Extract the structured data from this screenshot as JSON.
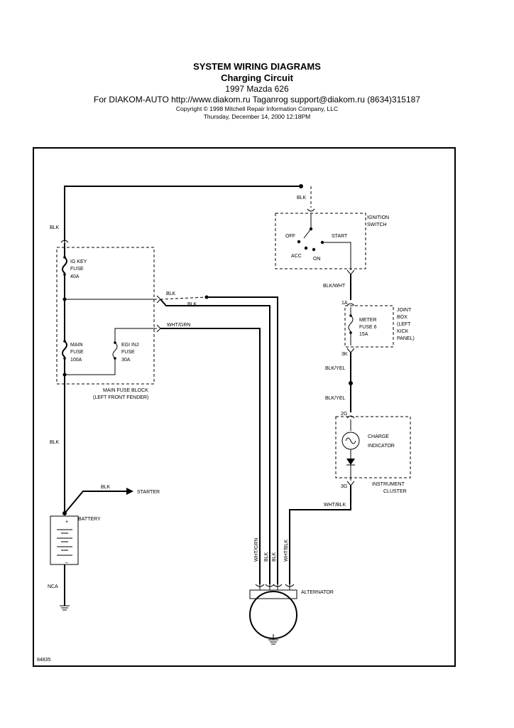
{
  "header": {
    "title": "SYSTEM WIRING DIAGRAMS",
    "subtitle": "Charging Circuit",
    "vehicle": "1997 Mazda 626",
    "source": "For DIAKOM-AUTO http://www.diakom.ru Taganrog support@diakom.ru (8634)315187",
    "copyright": "Copyright © 1998 Mitchell Repair Information Company, LLC",
    "date": "Thursday, December 14, 2000  12:18PM"
  },
  "diagram": {
    "wires": {
      "blk_top": "BLK",
      "blk_left": "BLK",
      "blk_left2": "BLK",
      "blk_out1": "BLK",
      "blk_out2": "BLK",
      "wht_grn_out": "WHT/GRN",
      "blk_wht": "BLK/WHT",
      "blk_yel_1": "BLK/YEL",
      "blk_yel_2": "BLK/YEL",
      "wht_blk": "WHT/BLK",
      "blk_starter": "BLK",
      "nca": "NCA",
      "alt_wht_grn": "WHT/GRN",
      "alt_blk1": "BLK",
      "alt_blk2": "BLK",
      "alt_wht_blk": "WHT/BLK"
    },
    "ignition_switch": {
      "label_1": "IGNITION",
      "label_2": "SWITCH",
      "off": "OFF",
      "acc": "ACC",
      "on": "ON",
      "start": "START"
    },
    "fuse_block": {
      "ig_key_1": "IG KEY",
      "ig_key_2": "FUSE",
      "ig_key_3": "40A",
      "main_1": "MAIN",
      "main_2": "FUSE",
      "main_3": "100A",
      "egi_1": "EGI INJ",
      "egi_2": "FUSE",
      "egi_3": "30A",
      "label_1": "MAIN FUSE BLOCK",
      "label_2": "(LEFT FRONT FENDER)"
    },
    "joint_box": {
      "pin_top": "1A",
      "pin_bottom": "3K",
      "meter_1": "METER",
      "meter_2": "FUSE 6",
      "meter_3": "15A",
      "label_1": "JOINT",
      "label_2": "BOX",
      "label_3": "(LEFT",
      "label_4": "KICK",
      "label_5": "PANEL)"
    },
    "cluster": {
      "pin_top": "2G",
      "pin_bottom": "3G",
      "charge_1": "CHARGE",
      "charge_2": "INDICATOR",
      "label_1": "INSTRUMENT",
      "label_2": "CLUSTER"
    },
    "starter": "STARTER",
    "battery": "BATTERY",
    "battery_plus": "+",
    "battery_minus": "–",
    "alternator": "ALTERNATOR",
    "figure_number": "84835"
  }
}
